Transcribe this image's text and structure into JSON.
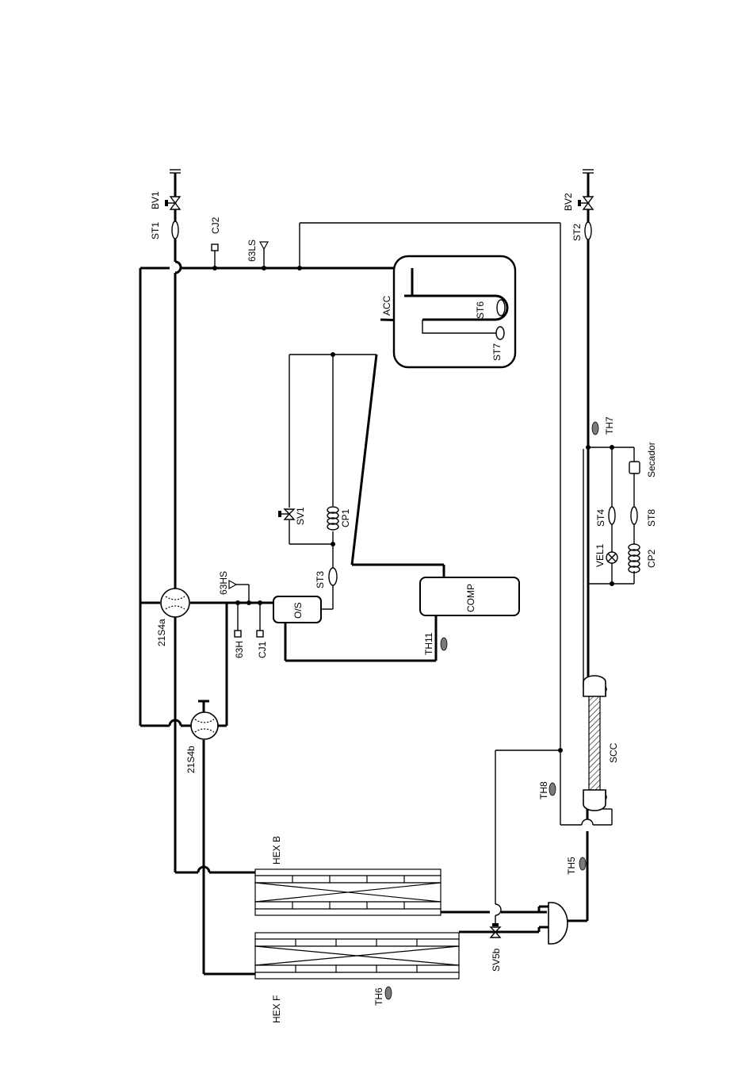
{
  "labels": {
    "bv1": "BV1",
    "st1": "ST1",
    "cj2": "CJ2",
    "s63ls": "63LS",
    "acc": "ACC",
    "st6": "ST6",
    "st7": "ST7",
    "sv1": "SV1",
    "cp1": "CP1",
    "st3": "ST3",
    "s63hs": "63HS",
    "os": "O/S",
    "comp": "COMP",
    "th11": "TH11",
    "s63h": "63H",
    "cj1": "CJ1",
    "v21s4a": "21S4a",
    "v21s4b": "21S4b",
    "hexb": "HEX B",
    "hexf": "HEX F",
    "th6": "TH6",
    "sv5b": "SV5b",
    "th5": "TH5",
    "th8": "TH8",
    "scc": "SCC",
    "bv2": "BV2",
    "st2": "ST2",
    "th7": "TH7",
    "secador": "Secador",
    "st4": "ST4",
    "st8": "ST8",
    "vel1": "VEL1",
    "cp2": "CP2"
  }
}
